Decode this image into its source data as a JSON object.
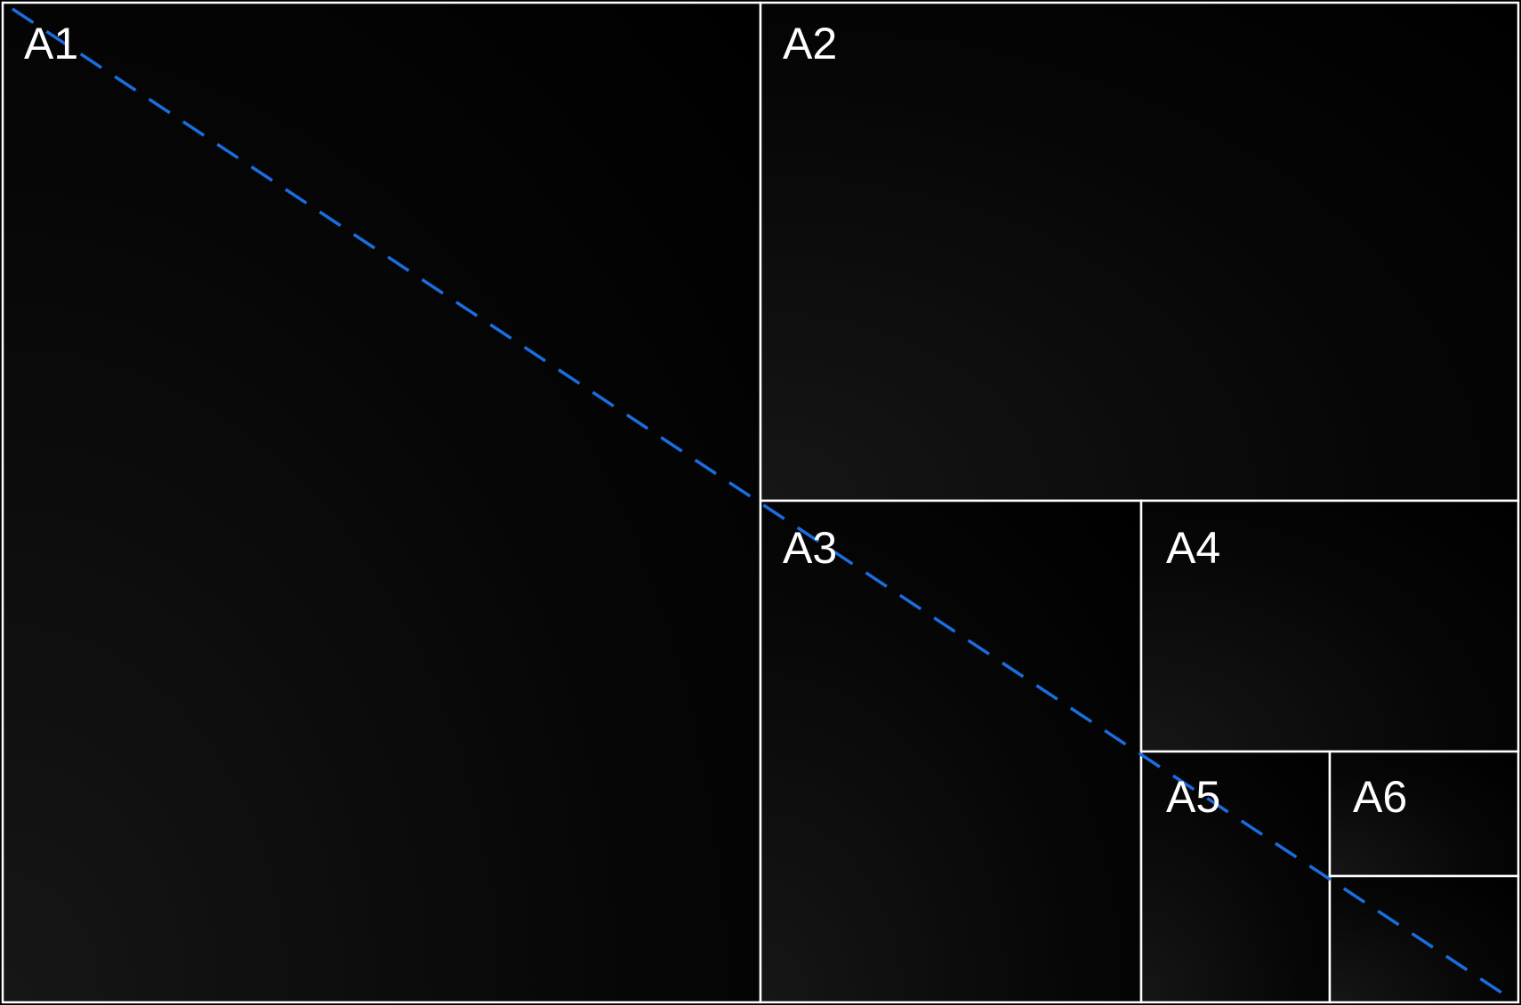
{
  "diagram": {
    "labels": {
      "a1": "A1",
      "a2": "A2",
      "a3": "A3",
      "a4": "A4",
      "a5": "A5",
      "a6": "A6"
    },
    "colors": {
      "background": "#000000",
      "border": "#ffffff",
      "diagonal": "#1a6ee0",
      "label": "#ffffff"
    }
  }
}
